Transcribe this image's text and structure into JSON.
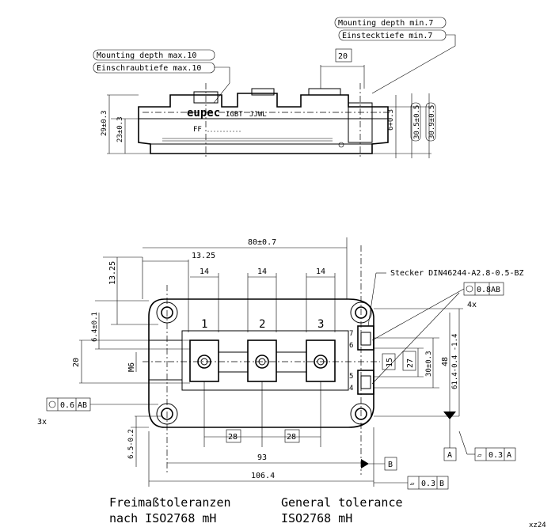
{
  "side_view": {
    "note_mounting_depth_max": "Mounting depth max.10",
    "note_einschraubtiefe_max": "Einschraubtiefe max.10",
    "note_mounting_depth_min": "Mounting depth min.7",
    "note_einstecktiefe_min": "Einstecktiefe min.7",
    "dim_top_20": "20",
    "dim_29": "29±0.3",
    "dim_23": "23±0.3",
    "dim_6": "6+0.3",
    "dim_30_5": "30.5±0.5",
    "dim_30_9": "30.9±0.5",
    "brand": "eupec",
    "type": "IGBT",
    "marking": "JJWL",
    "ff_label": "FF"
  },
  "top_view": {
    "dim_80": "80±0.7",
    "dim_13_25_h": "13.25",
    "dim_13_25_v": "13.25",
    "dim_14_a": "14",
    "dim_14_b": "14",
    "dim_14_c": "14",
    "stecker": "Stecker DIN46244-A2.8-0.5-BZ",
    "tol_08": "0.8",
    "tol_08_ref": "AB",
    "count_4x": "4x",
    "count_3x": "3x",
    "tol_06": "0.6",
    "tol_06_ref": "AB",
    "dim_6_4": "6.4±0.1",
    "dim_20": "20",
    "m6": "M6",
    "term_1": "1",
    "term_2": "2",
    "term_3": "3",
    "pin_7": "7",
    "pin_6": "6",
    "pin_5": "5",
    "pin_4": "4",
    "dim_15": "15",
    "dim_27": "27",
    "dim_30": "30±0.3",
    "dim_48": "48",
    "dim_61_4": "61.4-0.4 -1.4",
    "dim_6_5": "6.5-0.2",
    "dim_28_a": "28",
    "dim_28_b": "28",
    "dim_93": "93",
    "dim_106_4": "106.4",
    "datum_a": "A",
    "datum_b": "B",
    "tol_03_a": "0.3",
    "tol_03_a_ref": "A",
    "tol_03_b": "0.3",
    "tol_03_b_ref": "B"
  },
  "footer": {
    "tol_de_1": "Freimaßtoleranzen",
    "tol_de_2": "nach ISO2768 mH",
    "tol_en_1": "General tolerance",
    "tol_en_2": "ISO2768 mH",
    "code": "xz24"
  }
}
